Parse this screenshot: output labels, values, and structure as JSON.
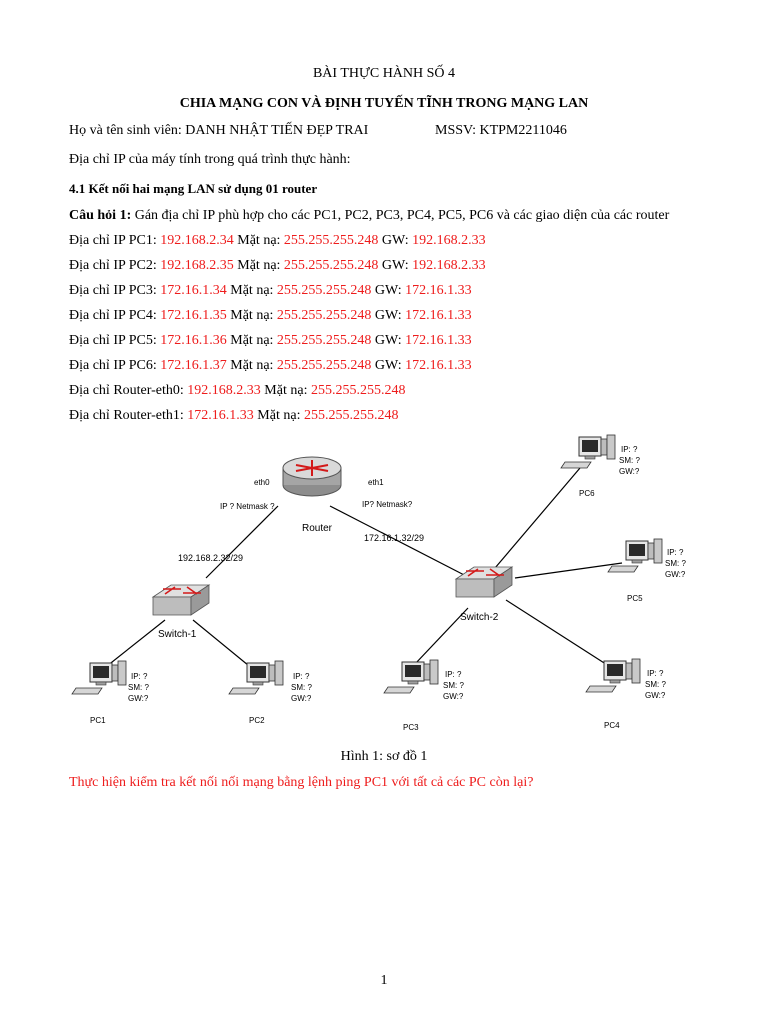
{
  "header": {
    "title": "BÀI THỰC HÀNH SỐ 4",
    "subtitle": "CHIA MẠNG CON VÀ ĐỊNH TUYẾN TĨNH TRONG MẠNG LAN"
  },
  "student": {
    "name_label": "Họ và tên sinh viên:",
    "name": "DANH NHẬT TIẾN ĐẸP TRAI",
    "id_label": "MSSV:",
    "id": "KTPM2211046"
  },
  "ip_intro": "Địa chỉ IP của máy tính trong quá trình thực hành:",
  "section": "4.1 Kết nối hai mạng LAN sử dụng 01 router",
  "question": {
    "label": "Câu hỏi 1:",
    "text": " Gán địa chỉ IP phù hợp cho các PC1, PC2, PC3, PC4, PC5, PC6 và các giao diện của các router"
  },
  "labels": {
    "mask": " Mặt nạ: ",
    "gw": " GW: "
  },
  "pcs": [
    {
      "label": "Địa chỉ IP PC1: ",
      "ip": "192.168.2.34",
      "mask": "255.255.255.248",
      "gw": "192.168.2.33"
    },
    {
      "label": "Địa chỉ IP PC2: ",
      "ip": "192.168.2.35",
      "mask": "255.255.255.248",
      "gw": "192.168.2.33"
    },
    {
      "label": "Địa chỉ IP PC3: ",
      "ip": "172.16.1.34",
      "mask": "255.255.255.248",
      "gw": "172.16.1.33"
    },
    {
      "label": "Địa chỉ IP PC4: ",
      "ip": "172.16.1.35",
      "mask": "255.255.255.248",
      "gw": "172.16.1.33"
    },
    {
      "label": "Địa chỉ IP PC5: ",
      "ip": "172.16.1.36",
      "mask": "255.255.255.248",
      "gw": "172.16.1.33"
    },
    {
      "label": "Địa chỉ IP PC6: ",
      "ip": "172.16.1.37",
      "mask": "255.255.255.248",
      "gw": "172.16.1.33"
    }
  ],
  "routers": [
    {
      "label": "Địa chỉ Router-eth0: ",
      "ip": "192.168.2.33",
      "mask": "255.255.255.248"
    },
    {
      "label": "Địa chỉ Router-eth1: ",
      "ip": "172.16.1.33",
      "mask": "255.255.255.248"
    }
  ],
  "diagram": {
    "router_label": "Router",
    "eth0": "eth0",
    "eth1": "eth1",
    "eth0_q": "IP  ? Netmask  ?",
    "eth1_q": "IP? Netmask?",
    "net1": "192.168.2.32/29",
    "net2": "172.16.1.32/29",
    "switch1": "Switch-1",
    "switch2": "Switch-2",
    "pc_q": [
      "IP: ?",
      "SM: ?",
      "GW:?"
    ],
    "pc6_q": [
      "IP: ?",
      "SM: ?",
      "GW:?"
    ],
    "pc_names": [
      "PC1",
      "PC2",
      "PC3",
      "PC4",
      "PC5",
      "PC6"
    ]
  },
  "caption": "Hình 1: sơ đồ 1",
  "task": "Thực hiện kiểm tra kết nối nối mạng bằng lệnh ping PC1 với tất cả các PC còn lại?",
  "page_number": "1",
  "colors": {
    "answer": "#ee1c1c",
    "text": "#000000"
  }
}
